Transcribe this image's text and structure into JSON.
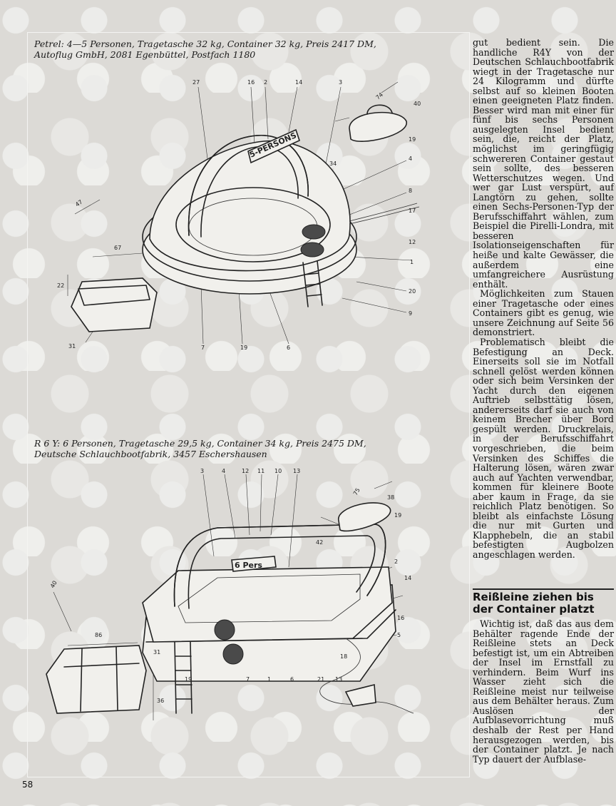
{
  "figure": {
    "caption_top": {
      "line1": "Petrel: 4—5 Personen, Tragetasche 32 kg, Container 32 kg, Preis 2417 DM,",
      "line2": "Autoflug GmbH, 2081 Egenbüttel, Postfach 1180"
    },
    "caption_bottom": {
      "line1": "R 6 Y: 6 Personen, Tragetasche 29,5 kg, Container 34 kg, Preis 2475 DM,",
      "line2": "Deutsche Schlauchbootfabrik, 3457 Eschershausen"
    },
    "top_raft_text": "5-PERSONS",
    "bottom_raft_text": "6 Pers",
    "top_labels": [
      "27",
      "16",
      "2",
      "14",
      "3",
      "74",
      "40",
      "19",
      "34",
      "4",
      "8",
      "17",
      "12",
      "1",
      "20",
      "9",
      "6",
      "19",
      "7",
      "47",
      "67",
      "22",
      "31"
    ],
    "bottom_labels": [
      "3",
      "4",
      "12",
      "11",
      "10",
      "13",
      "75",
      "38",
      "19",
      "42",
      "2",
      "14",
      "16",
      "5",
      "18",
      "13",
      "21",
      "6",
      "1",
      "7",
      "19",
      "40",
      "86",
      "31",
      "36"
    ]
  },
  "article": {
    "para1": "gut bedient sein. Die handliche R4Y von der Deutschen Schlauchbootfabrik wiegt in der Tragetasche nur 24 Kilogramm und dürfte selbst auf so kleinen Booten einen geeigneten Platz finden. Besser wird man mit einer für fünf bis sechs Personen ausgelegten Insel bedient sein, die, reicht der Platz, möglichst im geringfügig schwereren Container gestaut sein sollte, des besseren Wetterschutzes wegen. Und wer gar Lust verspürt, auf Langtörn zu gehen, sollte einen Sechs-Personen-Typ der Berufsschiffahrt wählen, zum Beispiel die Pirelli-Londra, mit besseren Isolationseigenschaften für heiße und kalte Gewässer, die außerdem eine umfangreichere Ausrüstung enthält.",
    "para2": "Möglichkeiten zum Stauen einer Tragetasche oder eines Containers gibt es genug, wie unsere Zeichnung auf Seite 56 demonstriert.",
    "para3": "Problematisch bleibt die Befestigung an Deck. Einerseits soll sie im Notfall schnell gelöst werden können oder sich beim Versinken der Yacht durch den eigenen Auftrieb selbsttätig lösen, andererseits darf sie auch von keinem Brecher über Bord gespült werden. Druckrelais, in der Berufsschiffahrt vorgeschrieben, die beim Versinken des Schiffes die Halterung lösen, wären zwar auch auf Yachten verwendbar, kommen für kleinere Boote aber kaum in Frage, da sie reichlich Platz benötigen. So bleibt als einfachste Lösung die nur mit Gurten und Klapphebeln, die an stabil befestigten Augbolzen angeschlagen werden.",
    "subhead_line1": "Reißleine ziehen bis",
    "subhead_line2": "der Container platzt",
    "para4": "Wichtig ist, daß das aus dem Behälter ragende Ende der Reißleine stets an Deck befestigt ist, um ein Abtreiben der Insel im Ernstfall zu verhindern. Beim Wurf ins Wasser zieht sich die Reißleine meist nur teilweise aus dem Behälter heraus. Zum Auslösen der Aufblasevorrichtung muß deshalb der Rest per Hand herausgezogen werden, bis der Container platzt. Je nach Typ dauert der Aufblase-"
  },
  "page_number": "58"
}
